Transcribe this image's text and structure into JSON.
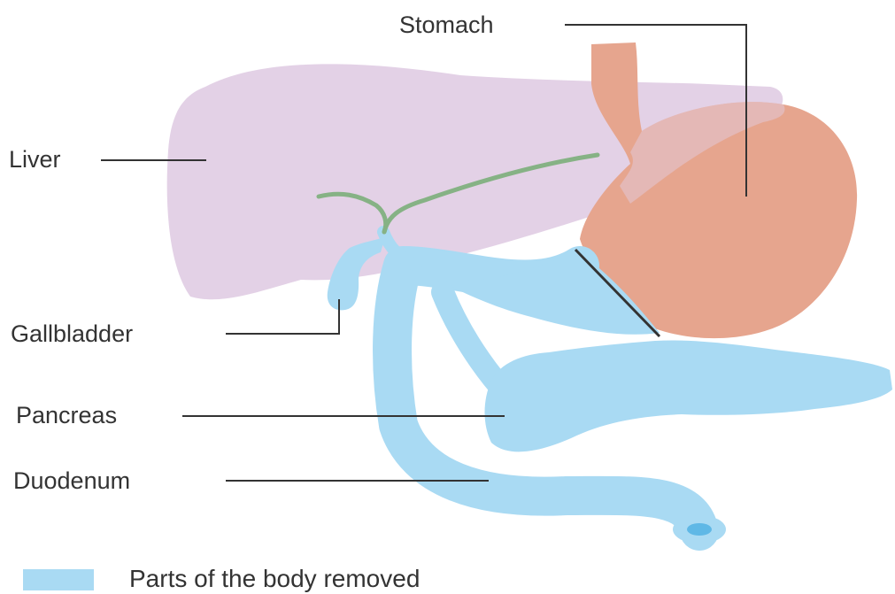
{
  "labels": {
    "stomach": "Stomach",
    "liver": "Liver",
    "gallbladder": "Gallbladder",
    "pancreas": "Pancreas",
    "duodenum": "Duodenum"
  },
  "legend": {
    "text": "Parts of the body removed",
    "color": "#a9daf3"
  },
  "colors": {
    "liver": "#e3d1e6",
    "stomach": "#e6a58e",
    "removed": "#a9daf3",
    "bile_duct": "#86b285",
    "leader_line": "#333333"
  }
}
